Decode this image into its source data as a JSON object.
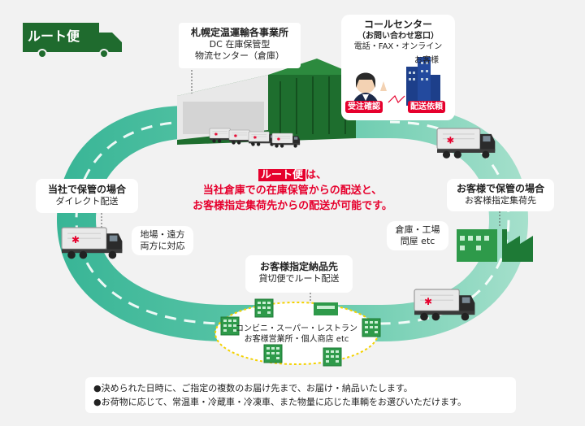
{
  "route_badge": "ルート便",
  "warehouse": {
    "title": "札幌定温運輸各事業所",
    "line1": "DC 在庫保管型",
    "line2": "物流センター（倉庫）"
  },
  "call_center": {
    "title": "コールセンター",
    "subtitle": "（お問い合わせ窓口）",
    "channels": "電話・FAX・オンライン",
    "customer": "お客様",
    "badge_confirm": "受注確認",
    "badge_request": "配送依頼"
  },
  "center_message": {
    "highlight": "ルート便",
    "line1_suffix": "は、",
    "line2": "当社倉庫での在庫保管からの配送と、",
    "line3": "お客様指定集荷先からの配送が可能です。"
  },
  "left_case": {
    "title": "当社で保管の場合",
    "subtitle": "ダイレクト配送",
    "bubble_line1": "地場・遠方",
    "bubble_line2": "両方に対応"
  },
  "right_case": {
    "title": "お客様で保管の場合",
    "subtitle": "お客様指定集荷先",
    "bubble_line1": "倉庫・工場",
    "bubble_line2": "問屋 etc"
  },
  "delivery": {
    "title": "お客様指定納品先",
    "subtitle": "貸切便でルート配送",
    "dest_line1": "コンビニ・スーパー・レストラン",
    "dest_line2": "お客様営業所・個人商店 etc"
  },
  "notes": [
    "●決められた日時に、ご指定の複数のお届け先まで、お届け・納品いたします。",
    "●お荷物に応じて、常温車・冷蔵車・冷凍車、また物量に応じた車輌をお選びいただけます。"
  ],
  "colors": {
    "road": "#3fb89a",
    "road_light": "#8fd8c0",
    "dark_green": "#1f6b2e",
    "building_green": "#2e9a4a",
    "accent_red": "#e6002d",
    "bg_gray": "#f2f2f2"
  }
}
